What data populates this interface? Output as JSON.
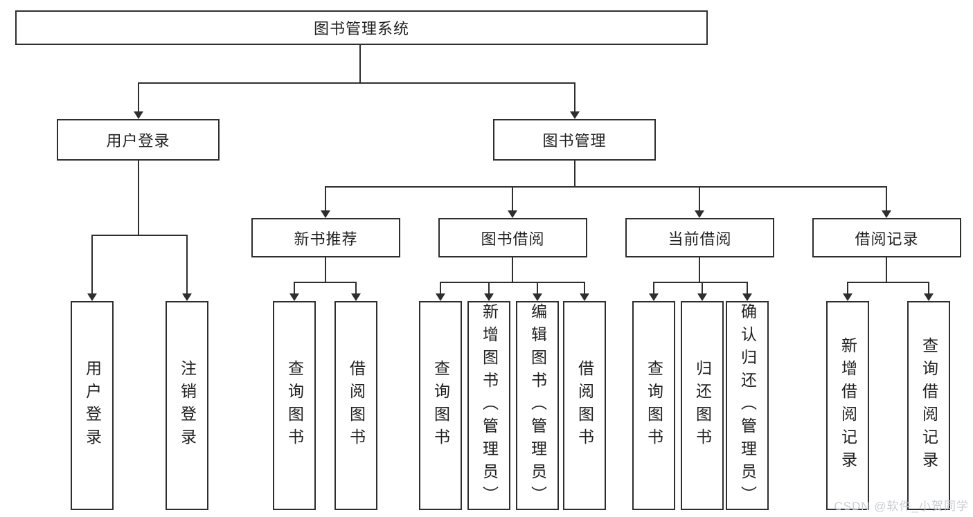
{
  "diagram": {
    "root": {
      "label": "图书管理系统"
    },
    "level1": {
      "user_login": {
        "label": "用户登录"
      },
      "book_mgmt": {
        "label": "图书管理"
      }
    },
    "level2": {
      "new_book_rec": {
        "label": "新书推荐"
      },
      "book_borrow": {
        "label": "图书借阅"
      },
      "current_borrow": {
        "label": "当前借阅"
      },
      "borrow_records": {
        "label": "借阅记录"
      }
    },
    "leaves": {
      "user_login": {
        "label": "用户登录"
      },
      "logout": {
        "label": "注销登录"
      },
      "rec_query_books": {
        "label": "查询图书"
      },
      "rec_borrow_books": {
        "label": "借阅图书"
      },
      "bb_query_books": {
        "label": "查询图书"
      },
      "bb_add_books": {
        "label": "新增图书（管理员）"
      },
      "bb_edit_books": {
        "label": "编辑图书（管理员）"
      },
      "bb_borrow_books": {
        "label": "借阅图书"
      },
      "cb_query_books": {
        "label": "查询图书"
      },
      "cb_return_books": {
        "label": "归还图书"
      },
      "cb_confirm_return": {
        "label": "确认归还（管理员）"
      },
      "rk_add_record": {
        "label": "新增借阅记录"
      },
      "rk_query_record": {
        "label": "查询借阅记录"
      }
    }
  },
  "watermark": {
    "text": "CSDN @软件_小贺同学"
  }
}
